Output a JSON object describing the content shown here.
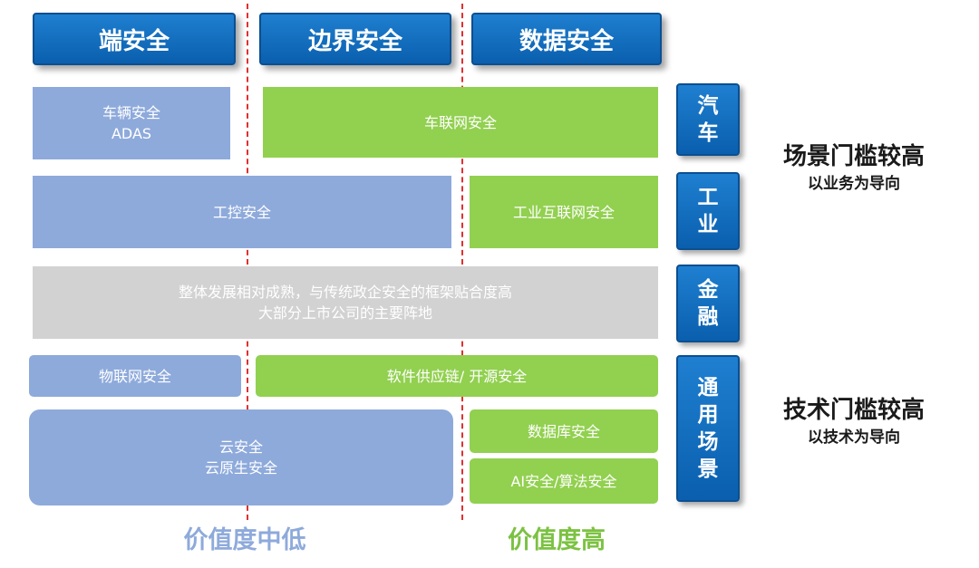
{
  "headers": [
    "端安全",
    "边界安全",
    "数据安全"
  ],
  "boxes": {
    "vehicle": [
      "车辆安全",
      "ADAS"
    ],
    "iov": "车联网安全",
    "ics": "工控安全",
    "iiot": "工业互联网安全",
    "finance": [
      "整体发展相对成熟，与传统政企安全的框架贴合度高",
      "大部分上市公司的主要阵地"
    ],
    "iot": "物联网安全",
    "supply": "软件供应链/ 开源安全",
    "cloud": [
      "云安全",
      "云原生安全"
    ],
    "db": "数据库安全",
    "ai": "AI安全/算法安全"
  },
  "side": {
    "auto": [
      "汽",
      "车"
    ],
    "industry": [
      "工",
      "业"
    ],
    "finance": [
      "金",
      "融"
    ],
    "general": [
      "通",
      "用",
      "场",
      "景"
    ]
  },
  "notes": {
    "scene_title": "场景门槛较高",
    "scene_sub": "以业务为导向",
    "tech_title": "技术门槛较高",
    "tech_sub": "以技术为导向"
  },
  "footer": {
    "low": "价值度中低",
    "high": "价值度高"
  },
  "colors": {
    "header_blue": "#1f7fd0",
    "box_blue": "#8eaadb",
    "box_green": "#92d050",
    "box_gray": "#d2d2d2",
    "dash_red": "#e03030",
    "footer_low": "#8eaadb",
    "footer_high": "#7cc242"
  }
}
